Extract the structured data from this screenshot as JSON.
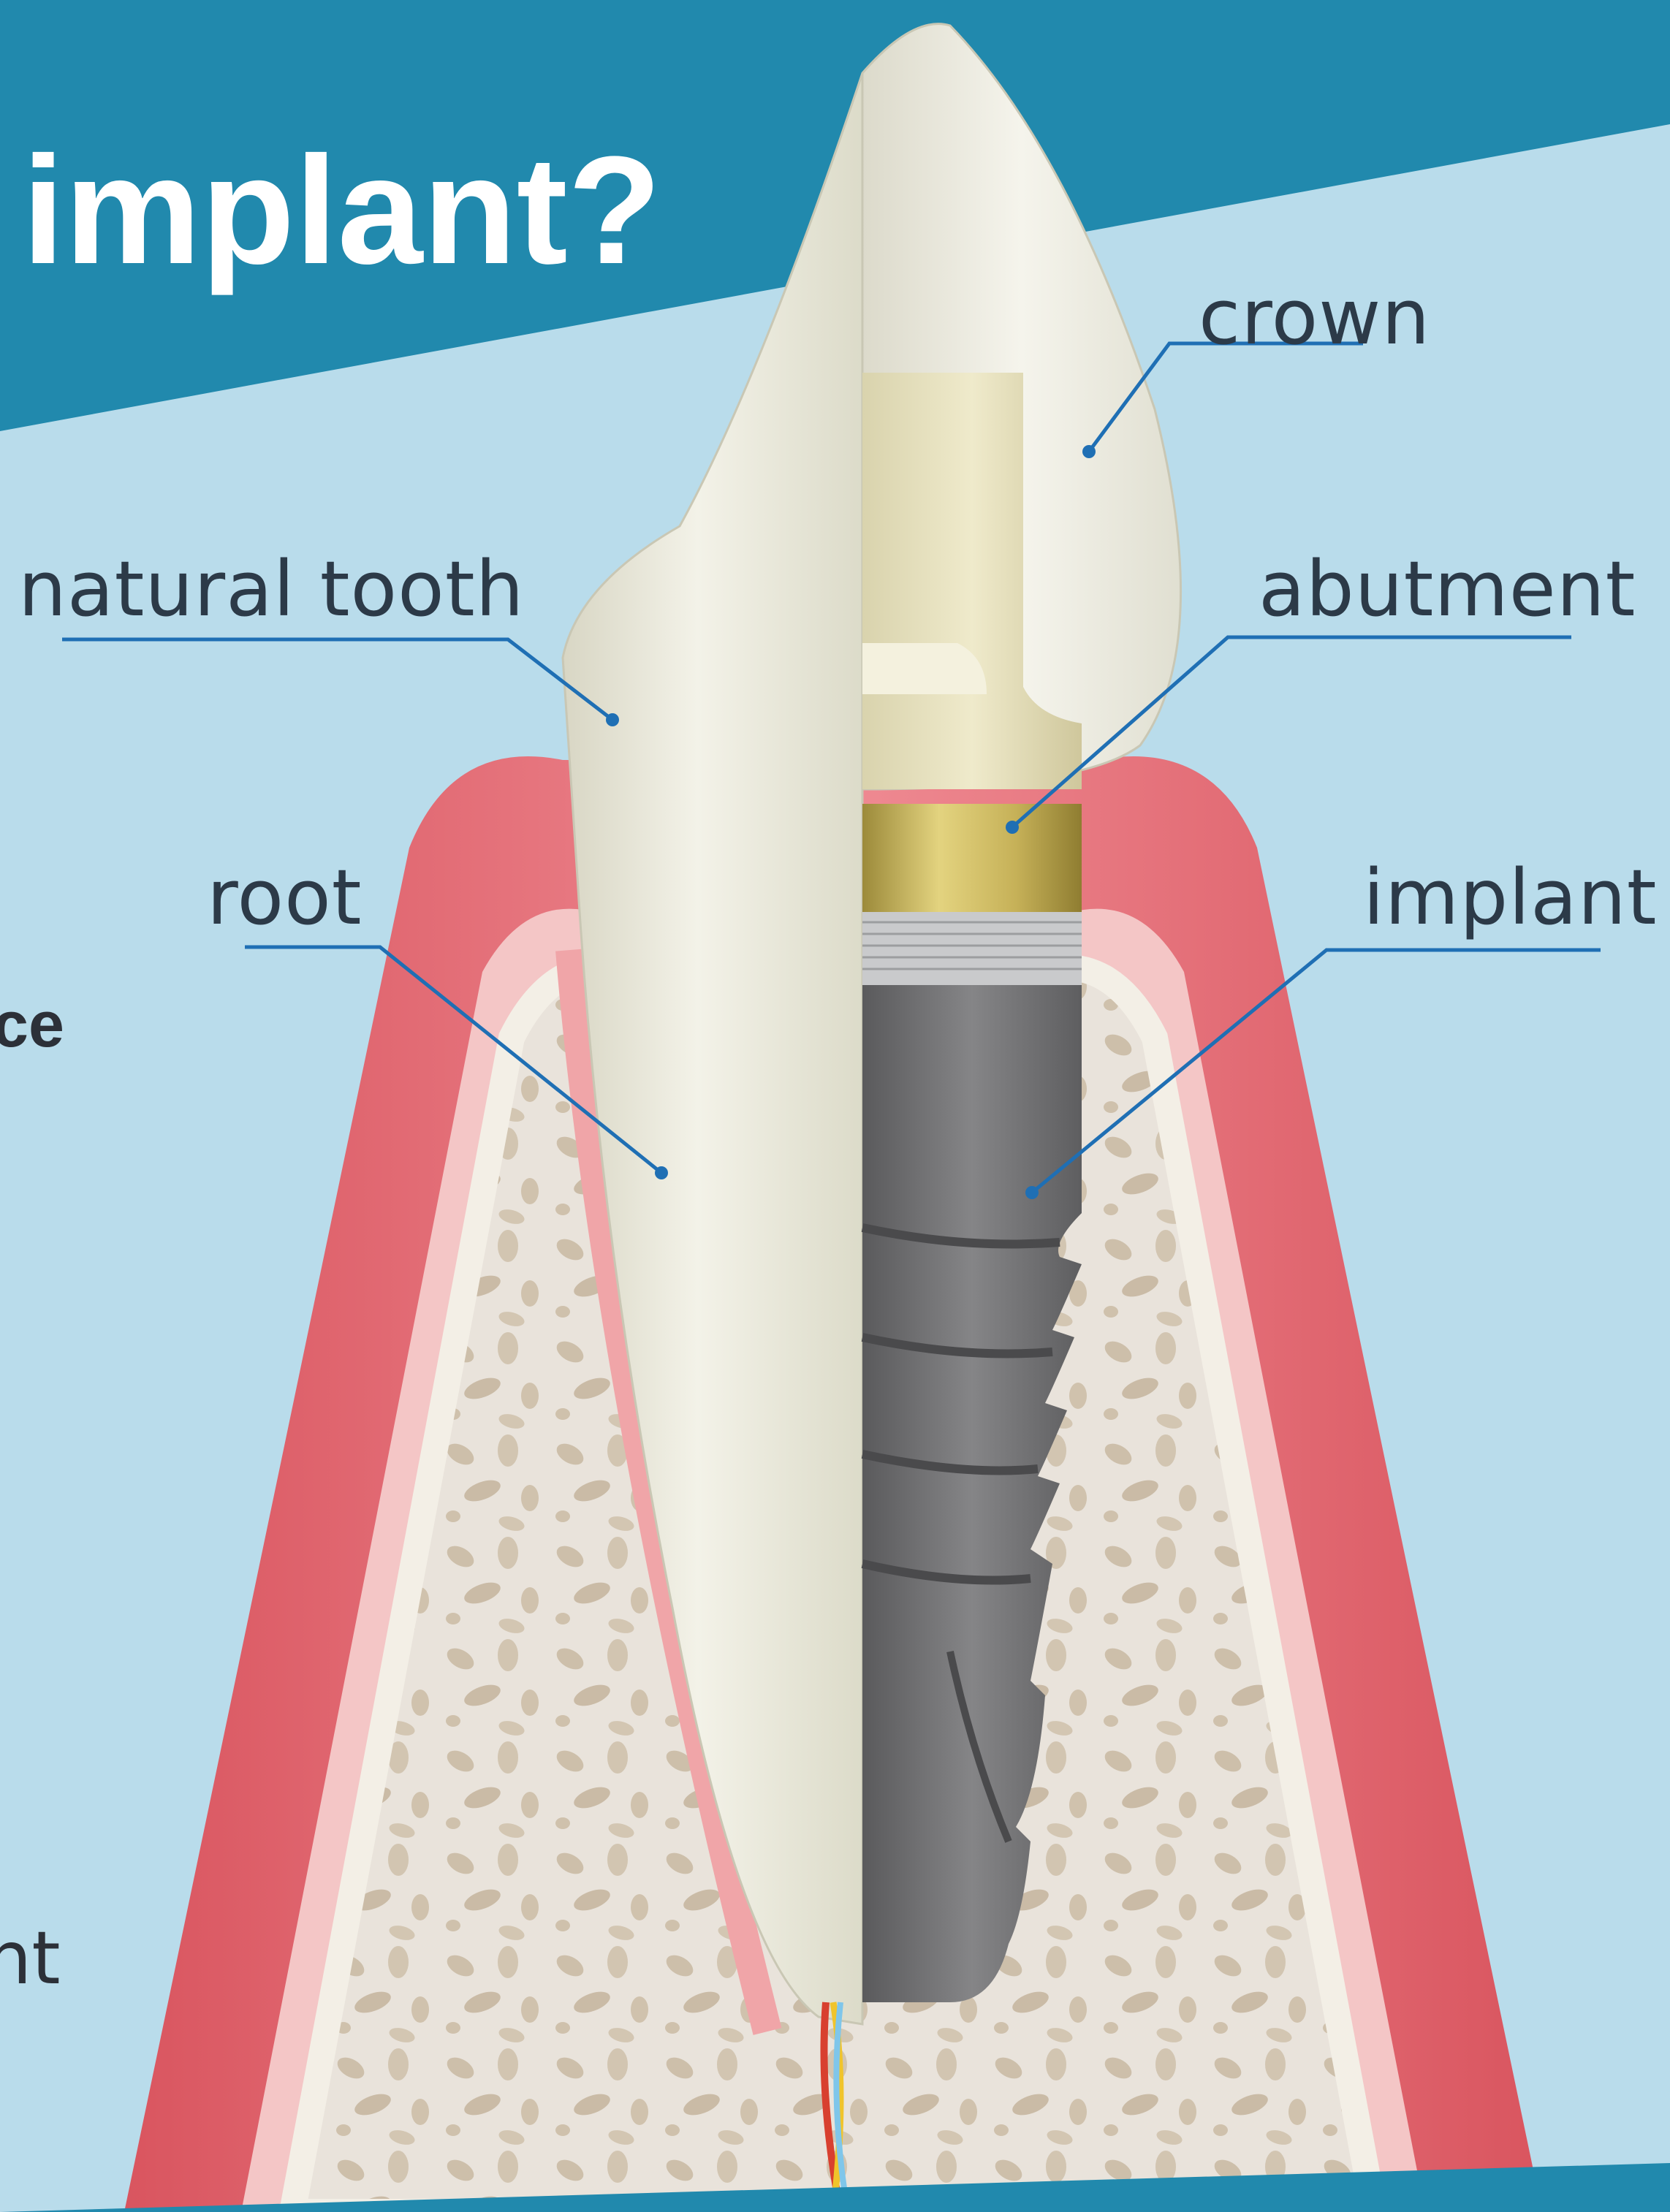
{
  "title": "implant?",
  "labels": {
    "crown": "crown",
    "natural_tooth": "natural tooth",
    "abutment": "abutment",
    "root": "root",
    "implant": "implant"
  },
  "cut_off_text": {
    "left_bold": "ce",
    "left_bottom": "nt"
  },
  "colors": {
    "banner": "#2189ad",
    "background": "#b9dceb",
    "gum": "#e36a74",
    "bone": "#e8e2da",
    "tooth": "#ecebdf",
    "implant": "#6f6f70",
    "abutment_gold": "#c7b25a",
    "leader": "#1f6fb4"
  }
}
